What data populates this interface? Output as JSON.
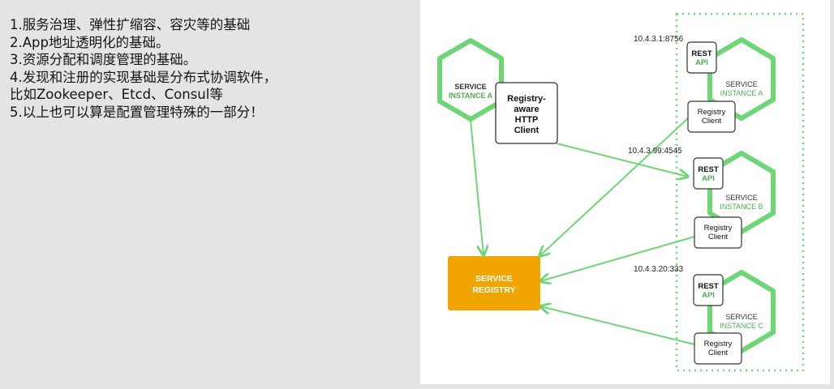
{
  "notes": [
    "1.服务治理、弹性扩缩容、容灾等的基础",
    "2.App地址透明化的基础。",
    "3.资源分配和调度管理的基础。",
    "4.发现和注册的实现基础是分布式协调软件，",
    "比如Zookeeper、Etcd、Consul等",
    "5.以上也可以算是配置管理特殊的一部分！"
  ],
  "diagram": {
    "colors": {
      "green": "#6fd676",
      "green_text": "#4caf50",
      "registry_fill": "#f0a500",
      "box_border": "#333333"
    },
    "service_a": {
      "line1": "SERVICE",
      "line2": "INSTANCE A"
    },
    "http_client": {
      "lines": [
        "Registry-",
        "aware",
        "HTTP",
        "Client"
      ]
    },
    "registry": {
      "line1": "SERVICE",
      "line2": "REGISTRY"
    },
    "instances": [
      {
        "address": "10.4.3.1:8756",
        "line1": "SERVICE",
        "line2": "INSTANCE A",
        "rest": "REST",
        "api": "API",
        "client1": "Registry",
        "client2": "Client"
      },
      {
        "address": "10.4.3.99:4545",
        "line1": "SERVICE",
        "line2": "INSTANCE B",
        "rest": "REST",
        "api": "API",
        "client1": "Registry",
        "client2": "Client"
      },
      {
        "address": "10.4.3.20:333",
        "line1": "SERVICE",
        "line2": "INSTANCE C",
        "rest": "REST",
        "api": "API",
        "client1": "Registry",
        "client2": "Client"
      }
    ]
  }
}
